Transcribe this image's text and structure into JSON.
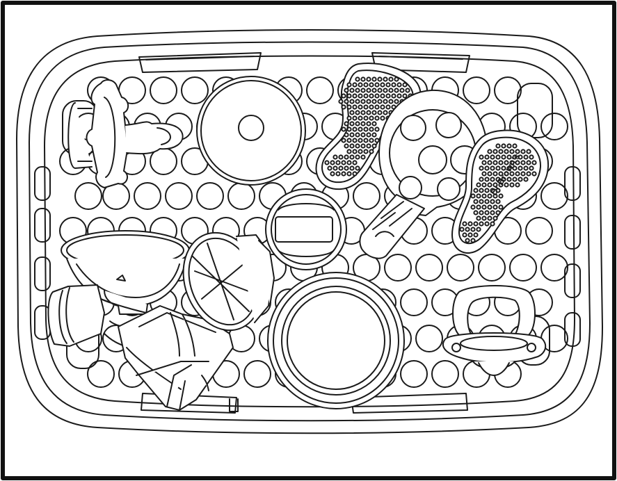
{
  "drawing": {
    "kind": "line-art illustration of a dishwasher basket holding baby bottle parts",
    "stroke_color": "#1a1a1a",
    "fill_color": "#ffffff",
    "frame_color": "#111111"
  },
  "parts": {
    "teether_left": {
      "label": "teether-toy",
      "brand_text": ""
    },
    "teether_right": {
      "label": "teether-toy",
      "brand_text": "Dr.Brown's"
    }
  }
}
